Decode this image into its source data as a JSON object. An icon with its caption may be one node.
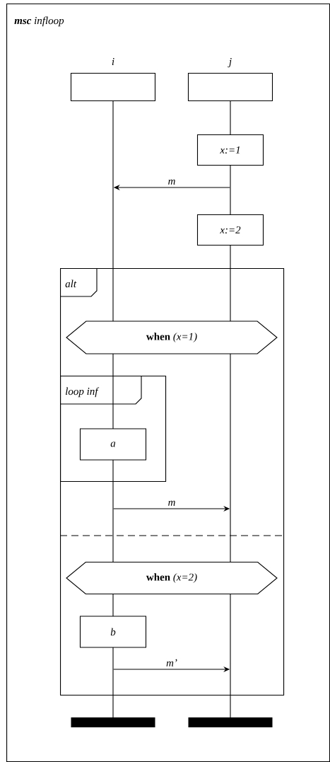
{
  "diagram": {
    "nodes": [
      {
        "text": [
          "**msc** infloop"
        ]
      },
      {
        "text": [
          "i"
        ],
        "in": 0
      },
      {
        "text": [
          "j"
        ],
        "in": 0
      },
      {
        "text": [
          "x:=1"
        ],
        "in": 0
      },
      {
        "text": [
          "x:=2"
        ],
        "in": 0
      },
      {
        "text": [
          "alt"
        ],
        "in": 0
      },
      {
        "text": [
          "**when** *(x=1)*"
        ],
        "in": 5
      },
      {
        "text": [
          "loop inf"
        ],
        "in": 5
      },
      {
        "text": [
          "a"
        ],
        "in": 7
      },
      {
        "text": [
          "**when** *(x=2)*"
        ],
        "in": 5
      },
      {
        "text": [
          "b"
        ],
        "in": 5
      },
      {
        "text": [],
        "shape": "bar",
        "in": 0
      },
      {
        "text": [],
        "shape": "bar",
        "in": 0
      },
      {
        "text": [],
        "shape": "line",
        "in": 0
      },
      {
        "text": [],
        "shape": "line",
        "in": 5
      },
      {
        "text": [],
        "shape": "line",
        "in": 5
      },
      {
        "text": [],
        "shape": "line",
        "in": 5
      },
      {
        "text": [],
        "shape": "line",
        "in": 0
      },
      {
        "text": [],
        "shape": "line",
        "in": 0
      },
      {
        "text": [],
        "shape": "line",
        "in": 0
      },
      {
        "text": [],
        "shape": "line",
        "in": 0
      },
      {
        "text": [],
        "shape": "line",
        "in": 5
      },
      {
        "text": [],
        "shape": "line",
        "in": 0
      }
    ],
    "edges": [
      {
        "from": 19,
        "to": 13,
        "arrow": "to",
        "label": "m"
      },
      {
        "from": 15,
        "to": 21,
        "arrow": "to",
        "label": "m"
      },
      {
        "from": 17,
        "to": 22,
        "arrow": "to",
        "label": "m’"
      }
    ]
  }
}
